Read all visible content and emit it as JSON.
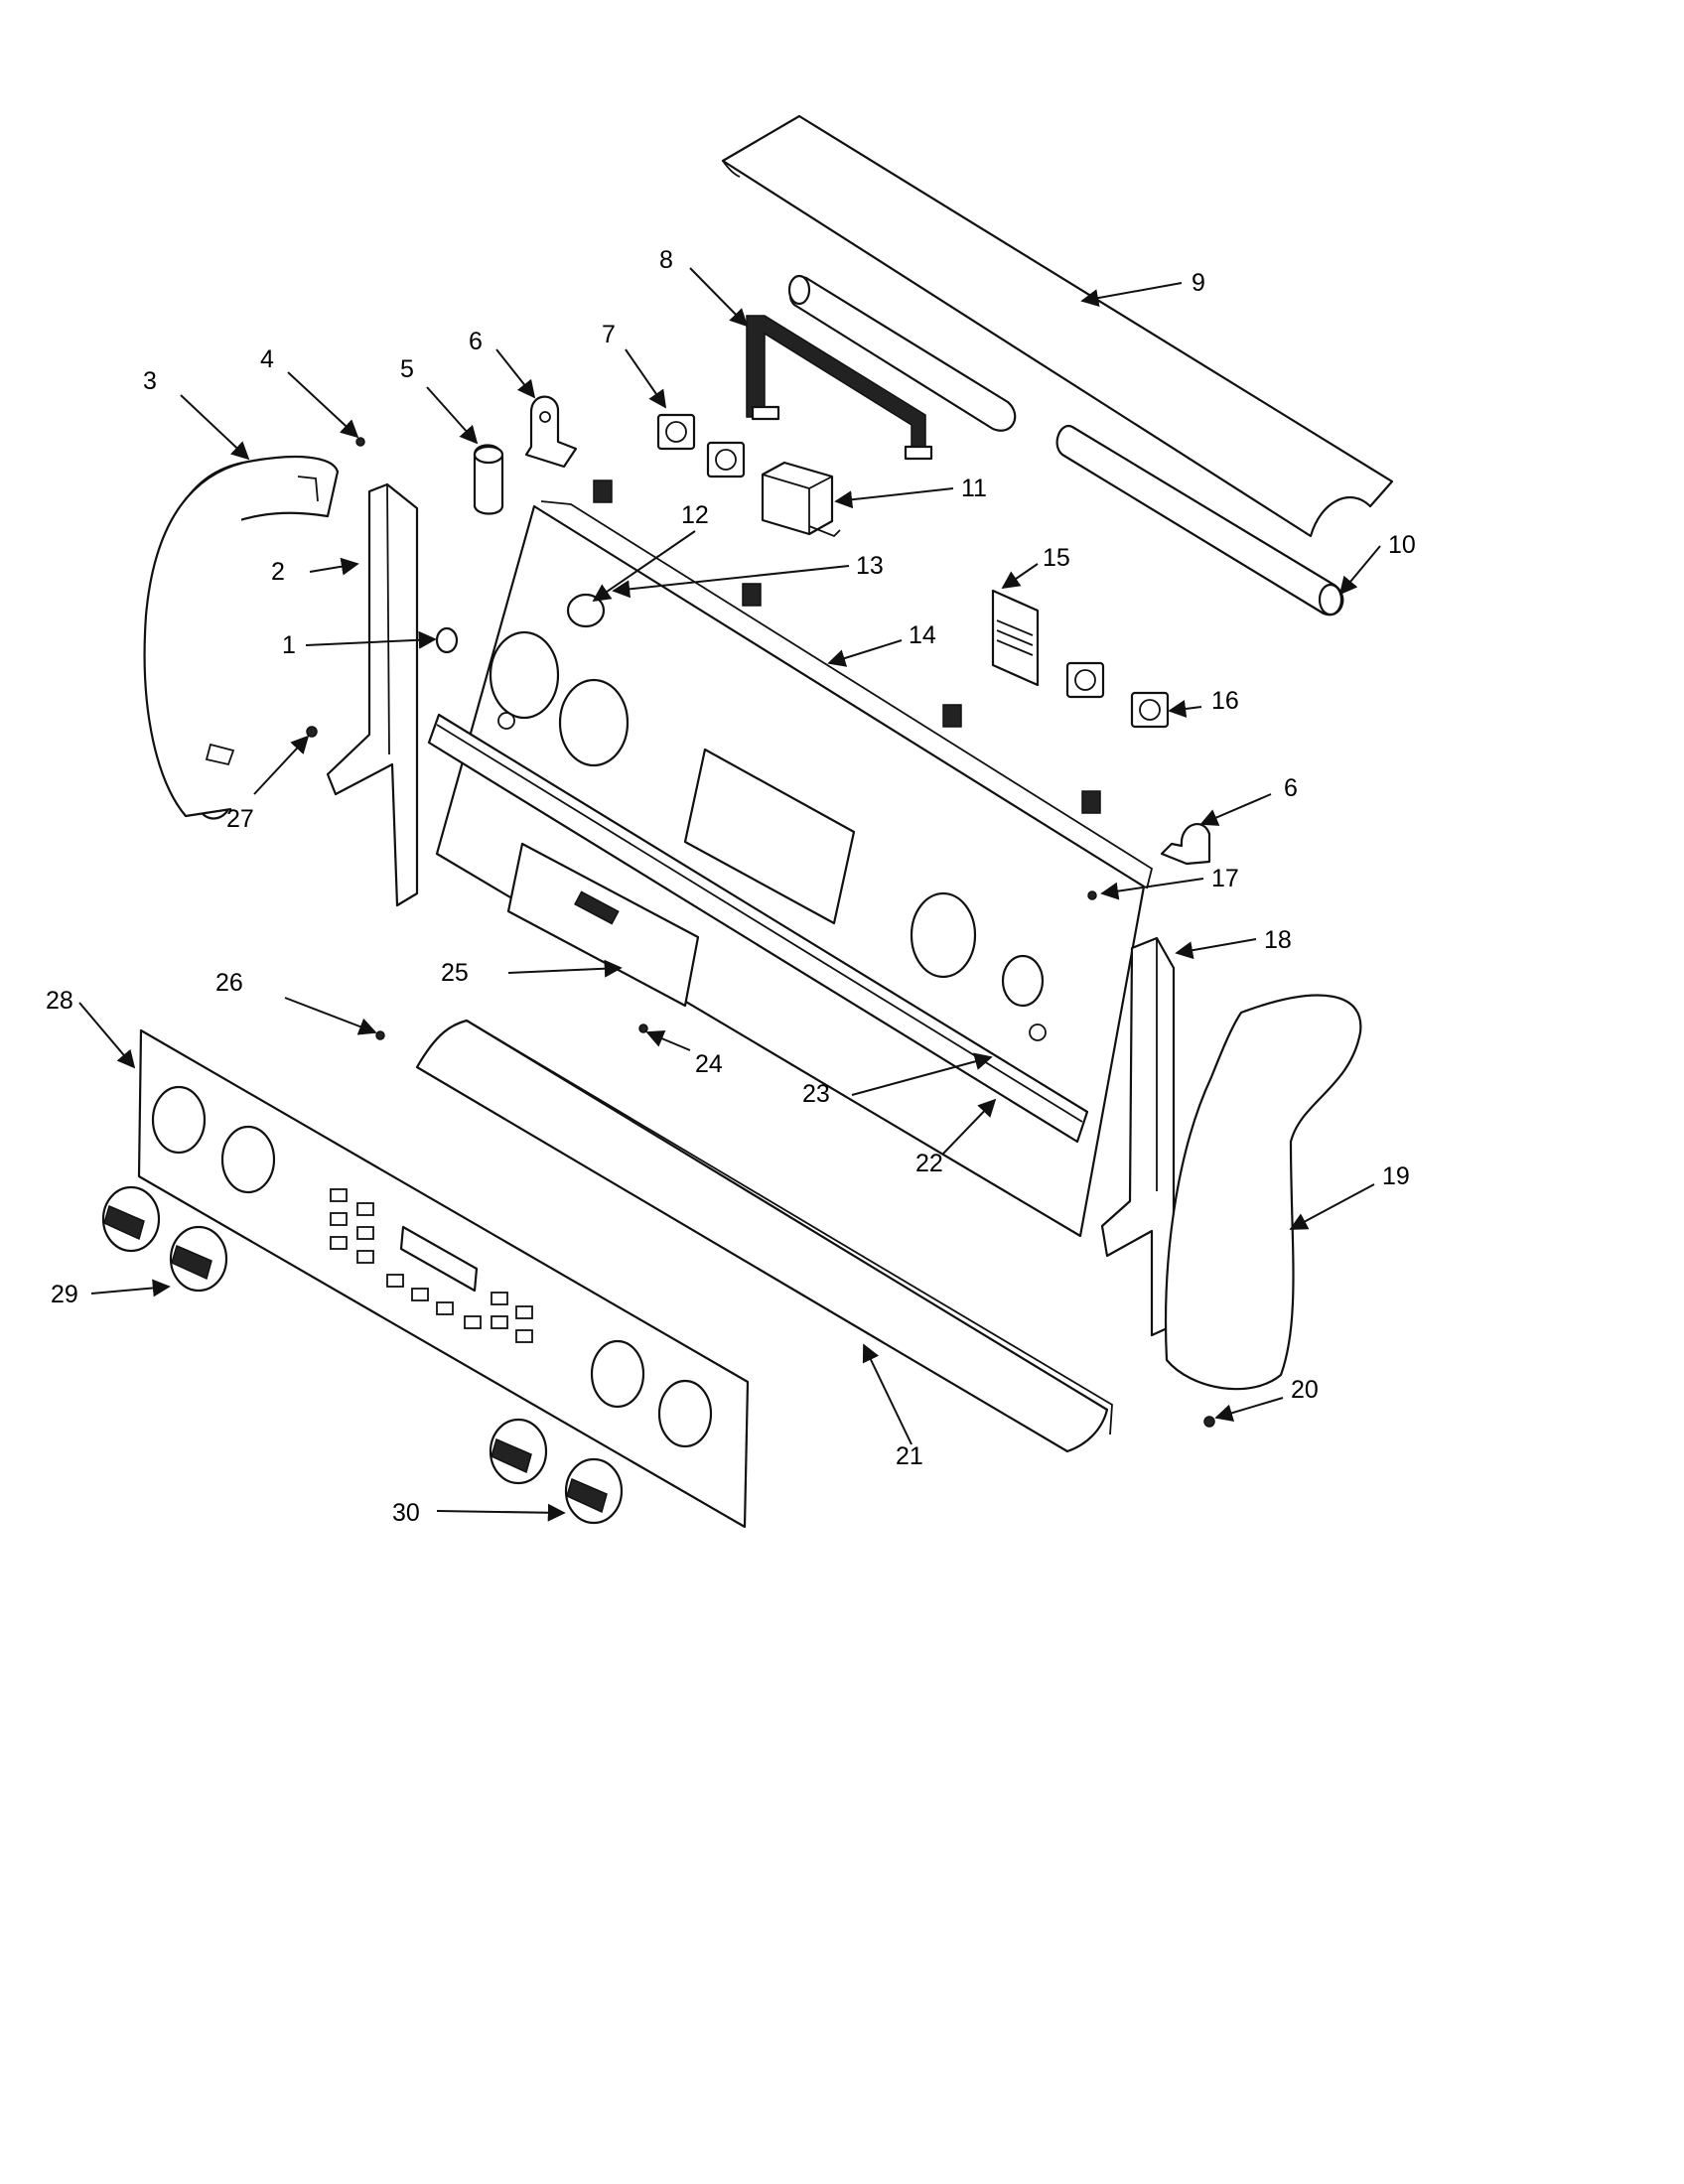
{
  "diagram": {
    "callouts": [
      {
        "id": "c1",
        "label": "1"
      },
      {
        "id": "c2",
        "label": "2"
      },
      {
        "id": "c3",
        "label": "3"
      },
      {
        "id": "c4",
        "label": "4"
      },
      {
        "id": "c5",
        "label": "5"
      },
      {
        "id": "c6a",
        "label": "6"
      },
      {
        "id": "c6b",
        "label": "6"
      },
      {
        "id": "c7",
        "label": "7"
      },
      {
        "id": "c8",
        "label": "8"
      },
      {
        "id": "c9",
        "label": "9"
      },
      {
        "id": "c10",
        "label": "10"
      },
      {
        "id": "c11",
        "label": "11"
      },
      {
        "id": "c12",
        "label": "12"
      },
      {
        "id": "c13",
        "label": "13"
      },
      {
        "id": "c14",
        "label": "14"
      },
      {
        "id": "c15",
        "label": "15"
      },
      {
        "id": "c16",
        "label": "16"
      },
      {
        "id": "c17",
        "label": "17"
      },
      {
        "id": "c18",
        "label": "18"
      },
      {
        "id": "c19",
        "label": "19"
      },
      {
        "id": "c20",
        "label": "20"
      },
      {
        "id": "c21",
        "label": "21"
      },
      {
        "id": "c22",
        "label": "22"
      },
      {
        "id": "c23",
        "label": "23"
      },
      {
        "id": "c24",
        "label": "24"
      },
      {
        "id": "c25",
        "label": "25"
      },
      {
        "id": "c26",
        "label": "26"
      },
      {
        "id": "c27",
        "label": "27"
      },
      {
        "id": "c28",
        "label": "28"
      },
      {
        "id": "c29",
        "label": "29"
      },
      {
        "id": "c30",
        "label": "30"
      }
    ]
  }
}
